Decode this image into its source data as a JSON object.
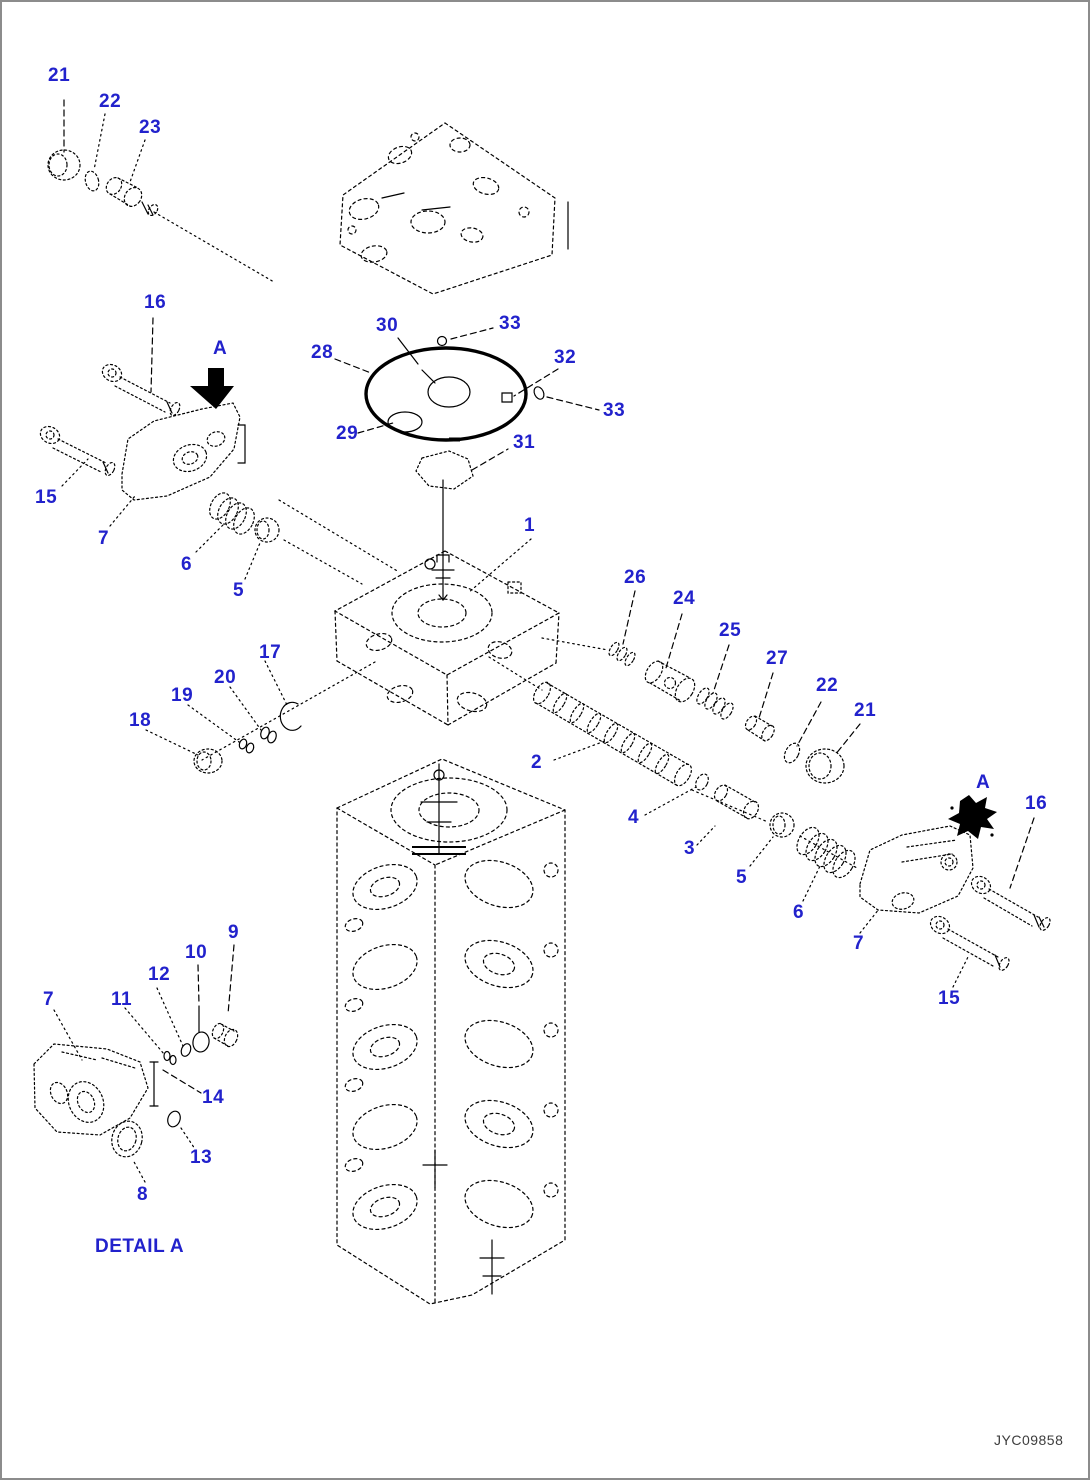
{
  "figure": {
    "type": "exploded-parts-diagram",
    "subject": "control valve assembly exploded view",
    "drawing_id": "JYC09858",
    "detail_label": "DETAIL A",
    "view_arrow_label": "A",
    "colors": {
      "callout": "#2222cc",
      "line": "#000000",
      "border": "#8c8c8c",
      "id_text": "#3d3d3d",
      "background": "#ffffff"
    }
  },
  "callouts": [
    {
      "text": "21"
    },
    {
      "text": "22"
    },
    {
      "text": "23"
    },
    {
      "text": "16"
    },
    {
      "text": "A"
    },
    {
      "text": "15"
    },
    {
      "text": "7"
    },
    {
      "text": "6"
    },
    {
      "text": "5"
    },
    {
      "text": "30"
    },
    {
      "text": "33"
    },
    {
      "text": "28"
    },
    {
      "text": "32"
    },
    {
      "text": "33"
    },
    {
      "text": "29"
    },
    {
      "text": "31"
    },
    {
      "text": "1"
    },
    {
      "text": "26"
    },
    {
      "text": "24"
    },
    {
      "text": "25"
    },
    {
      "text": "27"
    },
    {
      "text": "22"
    },
    {
      "text": "21"
    },
    {
      "text": "17"
    },
    {
      "text": "20"
    },
    {
      "text": "19"
    },
    {
      "text": "18"
    },
    {
      "text": "2"
    },
    {
      "text": "4"
    },
    {
      "text": "3"
    },
    {
      "text": "5"
    },
    {
      "text": "6"
    },
    {
      "text": "A"
    },
    {
      "text": "16"
    },
    {
      "text": "7"
    },
    {
      "text": "15"
    },
    {
      "text": "9"
    },
    {
      "text": "10"
    },
    {
      "text": "12"
    },
    {
      "text": "11"
    },
    {
      "text": "7"
    },
    {
      "text": "14"
    },
    {
      "text": "13"
    },
    {
      "text": "8"
    }
  ]
}
